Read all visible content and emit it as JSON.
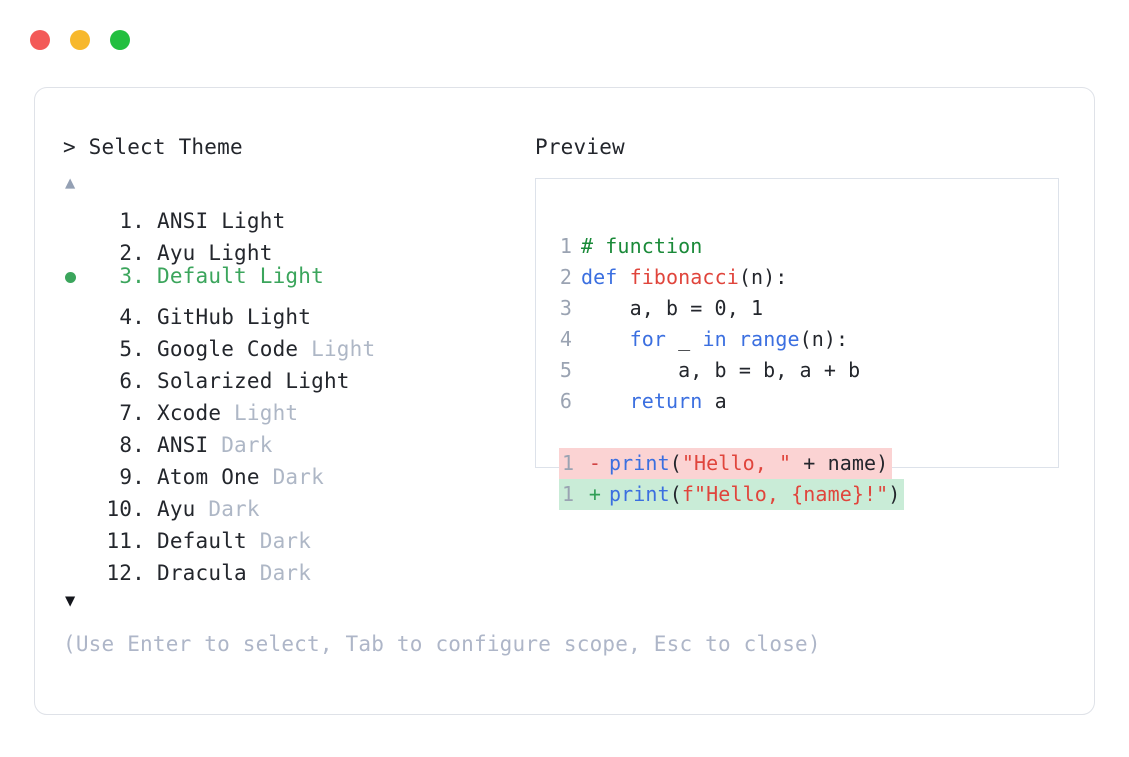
{
  "window": {
    "traffic_lights": [
      {
        "name": "close",
        "color": "#f35a58"
      },
      {
        "name": "minimize",
        "color": "#f7b82c"
      },
      {
        "name": "maximize",
        "color": "#22bf3f"
      }
    ]
  },
  "selector": {
    "prompt": "> Select Theme",
    "scroll_up_indicator": "▲",
    "scroll_down_indicator": "▼",
    "selected_index": 3,
    "items": [
      {
        "number": "1.",
        "name": "ANSI Light",
        "variant": ""
      },
      {
        "number": "2.",
        "name": "Ayu Light",
        "variant": ""
      },
      {
        "number": "3.",
        "name": "Default Light",
        "variant": ""
      },
      {
        "number": "4.",
        "name": "GitHub Light",
        "variant": ""
      },
      {
        "number": "5.",
        "name": "Google Code",
        "variant": "Light"
      },
      {
        "number": "6.",
        "name": "Solarized Light",
        "variant": ""
      },
      {
        "number": "7.",
        "name": "Xcode",
        "variant": "Light"
      },
      {
        "number": "8.",
        "name": "ANSI",
        "variant": "Dark"
      },
      {
        "number": "9.",
        "name": "Atom One",
        "variant": "Dark"
      },
      {
        "number": "10.",
        "name": "Ayu",
        "variant": "Dark"
      },
      {
        "number": "11.",
        "name": "Default",
        "variant": "Dark"
      },
      {
        "number": "12.",
        "name": "Dracula",
        "variant": "Dark"
      }
    ],
    "hint": "(Use Enter to select, Tab to configure scope, Esc to close)",
    "selected_color": "#3ba55c",
    "variant_color": "#aeb7c6"
  },
  "preview": {
    "label": "Preview",
    "code_lines": [
      {
        "number": "1",
        "tokens": [
          {
            "text": "# function",
            "type": "comment"
          }
        ]
      },
      {
        "number": "2",
        "tokens": [
          {
            "text": "def ",
            "type": "keyword"
          },
          {
            "text": "fibonacci",
            "type": "func"
          },
          {
            "text": "(n):",
            "type": "plain"
          }
        ]
      },
      {
        "number": "3",
        "tokens": [
          {
            "text": "    a, b = 0, 1",
            "type": "plain"
          }
        ]
      },
      {
        "number": "4",
        "tokens": [
          {
            "text": "    ",
            "type": "plain"
          },
          {
            "text": "for",
            "type": "keyword"
          },
          {
            "text": " _ ",
            "type": "plain"
          },
          {
            "text": "in",
            "type": "keyword"
          },
          {
            "text": " ",
            "type": "plain"
          },
          {
            "text": "range",
            "type": "builtin"
          },
          {
            "text": "(n):",
            "type": "plain"
          }
        ]
      },
      {
        "number": "5",
        "tokens": [
          {
            "text": "        a, b = b, a + b",
            "type": "plain"
          }
        ]
      },
      {
        "number": "6",
        "tokens": [
          {
            "text": "    ",
            "type": "plain"
          },
          {
            "text": "return",
            "type": "keyword"
          },
          {
            "text": " a",
            "type": "plain"
          }
        ]
      }
    ],
    "diff_lines": [
      {
        "number": "1",
        "sign": "-",
        "kind": "deletion",
        "background": "#fbd3d3",
        "tokens": [
          {
            "text": "print",
            "type": "builtin"
          },
          {
            "text": "(",
            "type": "plain"
          },
          {
            "text": "\"Hello, \"",
            "type": "string"
          },
          {
            "text": " + name)",
            "type": "plain"
          }
        ]
      },
      {
        "number": "1",
        "sign": "+",
        "kind": "addition",
        "background": "#c9ecd7",
        "tokens": [
          {
            "text": "print",
            "type": "builtin"
          },
          {
            "text": "(",
            "type": "plain"
          },
          {
            "text": "f\"Hello, {name}!\"",
            "type": "string"
          },
          {
            "text": ")",
            "type": "plain"
          }
        ]
      }
    ]
  }
}
